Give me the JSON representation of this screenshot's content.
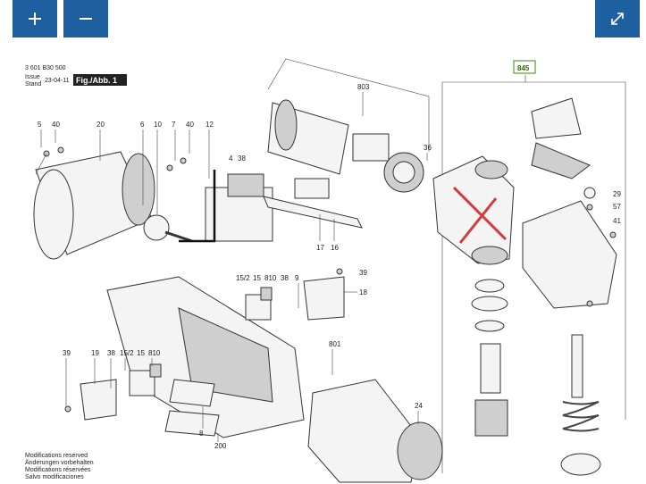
{
  "toolbar": {
    "zoom_in_icon": "plus-icon",
    "zoom_out_icon": "minus-icon",
    "fullscreen_icon": "expand-arrows-icon",
    "button_color": "#1e5fa0"
  },
  "header": {
    "code": "3 601 B30 500",
    "issue_label": "Issue",
    "stand_label": "Stand",
    "date": "23-04-11",
    "fig_label": "Fig./Abb. 1"
  },
  "group_label": "845",
  "group_label_color": "#5aa02c",
  "strike_color": "#d63a3a",
  "parts": {
    "p5": "5",
    "p40a": "40",
    "p20": "20",
    "p6": "6",
    "p10": "10",
    "p7": "7",
    "p40b": "40",
    "p12": "12",
    "p4": "4",
    "p38a": "38",
    "p803": "803",
    "p36": "36",
    "p29": "29",
    "p57": "57",
    "p41": "41",
    "p17": "17",
    "p16": "16",
    "p39a": "39",
    "p18": "18",
    "p15_2a": "15/2",
    "p15a": "15",
    "p810a": "810",
    "p38b": "38",
    "p9": "9",
    "p801": "801",
    "p39b": "39",
    "p19": "19",
    "p38c": "38",
    "p15_2b": "15/2",
    "p15b": "15",
    "p810b": "810",
    "p8": "8",
    "p200": "200",
    "p24": "24"
  },
  "footer": {
    "line1": "Modifications reserved",
    "line2": "Änderungen vorbehalten",
    "line3": "Modifications réservées",
    "line4": "Salvo modificaciones"
  }
}
